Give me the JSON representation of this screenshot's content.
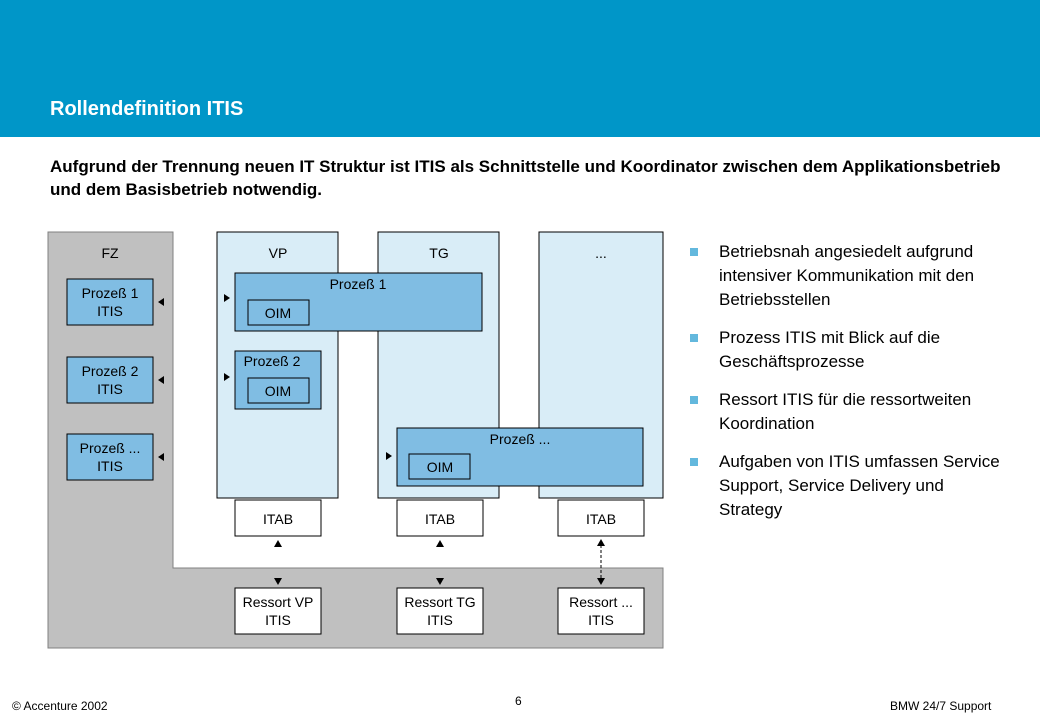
{
  "header": {
    "title": "Rollendefinition ITIS",
    "subtitle": "Aufgrund der Trennung neuen IT Struktur ist ITIS als Schnittstelle und Koordinator zwischen dem Applikationsbetrieb und dem Basisbetrieb notwendig."
  },
  "colors": {
    "header_bg": "#0096c8",
    "column_bg": "#d9edf7",
    "box_fill": "#80bde3",
    "fz_bg": "#c0c0c0",
    "bullet": "#63b8dd"
  },
  "diagram": {
    "columns": {
      "fz": "FZ",
      "vp": "VP",
      "tg": "TG",
      "dots": "..."
    },
    "fz_boxes": [
      {
        "line1": "Prozeß 1",
        "line2": "ITIS"
      },
      {
        "line1": "Prozeß 2",
        "line2": "ITIS"
      },
      {
        "line1": "Prozeß ...",
        "line2": "ITIS"
      }
    ],
    "process_boxes": [
      {
        "label": "Prozeß 1",
        "oim": "OIM"
      },
      {
        "label": "Prozeß 2",
        "oim": "OIM"
      },
      {
        "label": "Prozeß ...",
        "oim": "OIM"
      }
    ],
    "itab": [
      "ITAB",
      "ITAB",
      "ITAB"
    ],
    "ressort": [
      {
        "line1": "Ressort VP",
        "line2": "ITIS"
      },
      {
        "line1": "Ressort TG",
        "line2": "ITIS"
      },
      {
        "line1": "Ressort ...",
        "line2": "ITIS"
      }
    ]
  },
  "bullets": [
    "Betriebsnah angesiedelt aufgrund intensiver Kommunikation mit den Betriebsstellen",
    "Prozess ITIS mit Blick auf die Geschäftsprozesse",
    "Ressort ITIS für die ressortweiten Koordination",
    "Aufgaben von ITIS umfassen Service Support, Service Delivery und Strategy"
  ],
  "footer": {
    "copyright": "© Accenture 2002",
    "page": "6",
    "client": "BMW 24/7 Support"
  }
}
